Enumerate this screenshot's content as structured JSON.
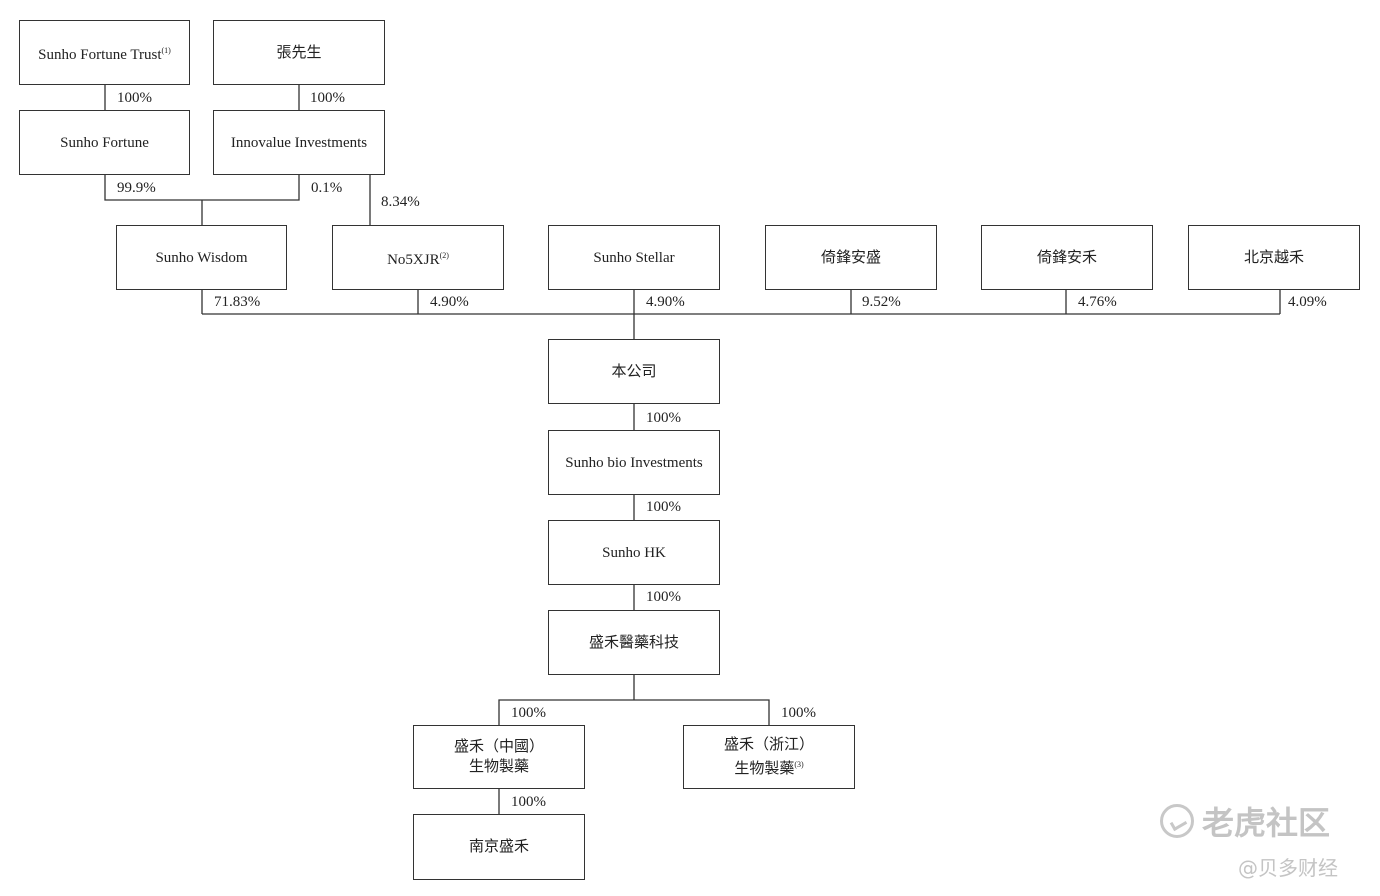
{
  "boxes": {
    "sunho_fortune_trust": {
      "label": "Sunho Fortune Trust",
      "note": "(1)"
    },
    "mr_zhang": {
      "label": "張先生"
    },
    "sunho_fortune": {
      "label": "Sunho Fortune"
    },
    "innovalue": {
      "label": "Innovalue Investments"
    },
    "sunho_wisdom": {
      "label": "Sunho Wisdom"
    },
    "no5xjr": {
      "label": "No5XJR",
      "note": "(2)"
    },
    "sunho_stellar": {
      "label": "Sunho Stellar"
    },
    "yifeng_ansheng": {
      "label": "倚鋒安盛"
    },
    "yifeng_anhe": {
      "label": "倚鋒安禾"
    },
    "beijing_yuehe": {
      "label": "北京越禾"
    },
    "company": {
      "label": "本公司"
    },
    "sunho_bio": {
      "label": "Sunho bio Investments"
    },
    "sunho_hk": {
      "label": "Sunho HK"
    },
    "shenghe_tech": {
      "label": "盛禾醫藥科技"
    },
    "shenghe_china": {
      "line1": "盛禾（中國）",
      "line2": "生物製藥"
    },
    "shenghe_zhejiang": {
      "line1": "盛禾（浙江）",
      "line2": "生物製藥",
      "note": "(3)"
    },
    "nanjing_shenghe": {
      "label": "南京盛禾"
    }
  },
  "percentages": {
    "trust_to_fortune": "100%",
    "zhang_to_innovalue": "100%",
    "fortune_to_wisdom": "99.9%",
    "innovalue_to_wisdom": "0.1%",
    "innovalue_to_no5xjr": "8.34%",
    "wisdom_to_company": "71.83%",
    "no5xjr_to_company": "4.90%",
    "stellar_to_company": "4.90%",
    "ansheng_to_company": "9.52%",
    "anhe_to_company": "4.76%",
    "yuehe_to_company": "4.09%",
    "company_to_bio": "100%",
    "bio_to_hk": "100%",
    "hk_to_tech": "100%",
    "tech_to_china": "100%",
    "tech_to_zhejiang": "100%",
    "china_to_nanjing": "100%"
  },
  "watermark": {
    "brand": "老虎社区",
    "source": "@贝多财经"
  }
}
